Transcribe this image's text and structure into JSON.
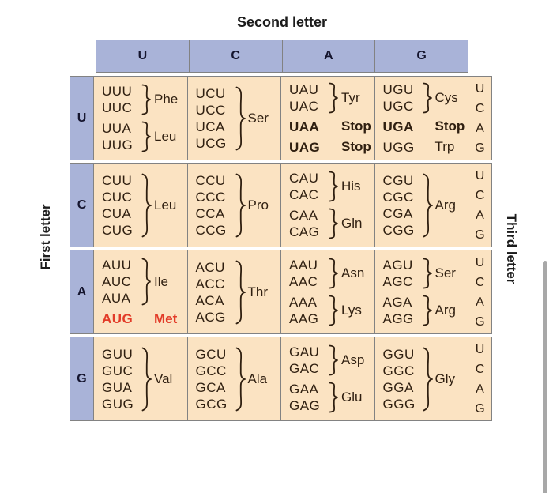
{
  "labels": {
    "top": "Second letter",
    "left": "First letter",
    "right": "Third letter"
  },
  "second_letters": [
    "U",
    "C",
    "A",
    "G"
  ],
  "third_letters": [
    "U",
    "C",
    "A",
    "G"
  ],
  "colors": {
    "header_bg": "#a9b3d8",
    "cell_bg": "#fbe3c2",
    "border": "#828282",
    "text": "#2f1f10",
    "letter_text": "#15152e",
    "met_red": "#e23b28",
    "scrollbar": "#a8a8a8"
  },
  "rows": [
    {
      "letter": "U",
      "cells": [
        {
          "groups": [
            {
              "codons": [
                "UUU",
                "UUC"
              ],
              "label": "Phe",
              "brace": true
            },
            {
              "codons": [
                "UUA",
                "UUG"
              ],
              "label": "Leu",
              "brace": true
            }
          ]
        },
        {
          "groups": [
            {
              "codons": [
                "UCU",
                "UCC",
                "UCA",
                "UCG"
              ],
              "label": "Ser",
              "brace": true
            }
          ]
        },
        {
          "groups": [
            {
              "codons": [
                "UAU",
                "UAC"
              ],
              "label": "Tyr",
              "brace": true
            },
            {
              "codons": [
                "UAA"
              ],
              "label": "Stop",
              "inline": true,
              "bold": true
            },
            {
              "codons": [
                "UAG"
              ],
              "label": "Stop",
              "inline": true,
              "bold": true
            }
          ]
        },
        {
          "groups": [
            {
              "codons": [
                "UGU",
                "UGC"
              ],
              "label": "Cys",
              "brace": true
            },
            {
              "codons": [
                "UGA"
              ],
              "label": "Stop",
              "inline": true,
              "bold": true
            },
            {
              "codons": [
                "UGG"
              ],
              "label": "Trp",
              "inline": true
            }
          ]
        }
      ]
    },
    {
      "letter": "C",
      "cells": [
        {
          "groups": [
            {
              "codons": [
                "CUU",
                "CUC",
                "CUA",
                "CUG"
              ],
              "label": "Leu",
              "brace": true
            }
          ]
        },
        {
          "groups": [
            {
              "codons": [
                "CCU",
                "CCC",
                "CCA",
                "CCG"
              ],
              "label": "Pro",
              "brace": true
            }
          ]
        },
        {
          "groups": [
            {
              "codons": [
                "CAU",
                "CAC"
              ],
              "label": "His",
              "brace": true
            },
            {
              "codons": [
                "CAA",
                "CAG"
              ],
              "label": "Gln",
              "brace": true
            }
          ]
        },
        {
          "groups": [
            {
              "codons": [
                "CGU",
                "CGC",
                "CGA",
                "CGG"
              ],
              "label": "Arg",
              "brace": true
            }
          ]
        }
      ]
    },
    {
      "letter": "A",
      "cells": [
        {
          "groups": [
            {
              "codons": [
                "AUU",
                "AUC",
                "AUA"
              ],
              "label": "Ile",
              "brace": true
            },
            {
              "codons": [
                "AUG"
              ],
              "label": "Met",
              "inline": true,
              "red": true
            }
          ]
        },
        {
          "groups": [
            {
              "codons": [
                "ACU",
                "ACC",
                "ACA",
                "ACG"
              ],
              "label": "Thr",
              "brace": true
            }
          ]
        },
        {
          "groups": [
            {
              "codons": [
                "AAU",
                "AAC"
              ],
              "label": "Asn",
              "brace": true
            },
            {
              "codons": [
                "AAA",
                "AAG"
              ],
              "label": "Lys",
              "brace": true
            }
          ]
        },
        {
          "groups": [
            {
              "codons": [
                "AGU",
                "AGC"
              ],
              "label": "Ser",
              "brace": true
            },
            {
              "codons": [
                "AGA",
                "AGG"
              ],
              "label": "Arg",
              "brace": true
            }
          ]
        }
      ]
    },
    {
      "letter": "G",
      "cells": [
        {
          "groups": [
            {
              "codons": [
                "GUU",
                "GUC",
                "GUA",
                "GUG"
              ],
              "label": "Val",
              "brace": true
            }
          ]
        },
        {
          "groups": [
            {
              "codons": [
                "GCU",
                "GCC",
                "GCA",
                "GCG"
              ],
              "label": "Ala",
              "brace": true
            }
          ]
        },
        {
          "groups": [
            {
              "codons": [
                "GAU",
                "GAC"
              ],
              "label": "Asp",
              "brace": true
            },
            {
              "codons": [
                "GAA",
                "GAG"
              ],
              "label": "Glu",
              "brace": true
            }
          ]
        },
        {
          "groups": [
            {
              "codons": [
                "GGU",
                "GGC",
                "GGA",
                "GGG"
              ],
              "label": "Gly",
              "brace": true
            }
          ]
        }
      ]
    }
  ]
}
